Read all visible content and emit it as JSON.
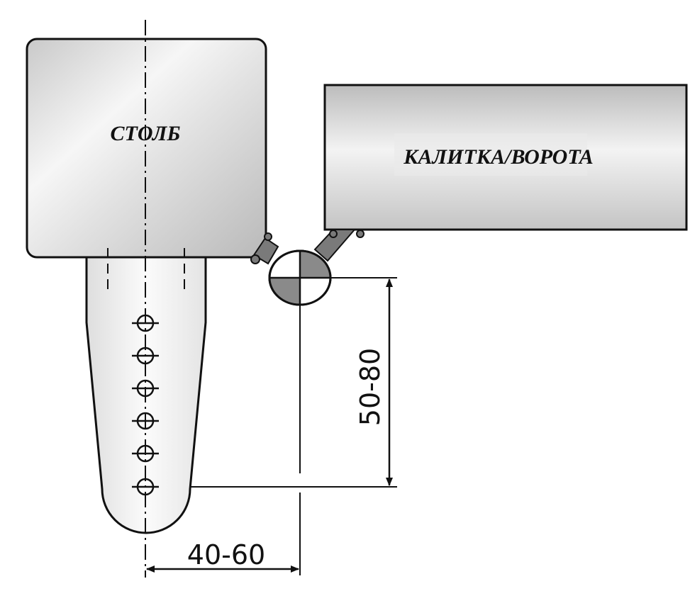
{
  "labels": {
    "post": "СТОЛБ",
    "gate": "КАЛИТКА/ВОРОТА"
  },
  "dimensions": {
    "vertical": "50-80",
    "horizontal": "40-60"
  },
  "colors": {
    "stroke": "#111111",
    "panel_light": "#f4f4f4",
    "panel_mid": "#cfcfcf",
    "pivot_gray": "#8a8a8a",
    "arm_gray": "#7a7a7a"
  }
}
